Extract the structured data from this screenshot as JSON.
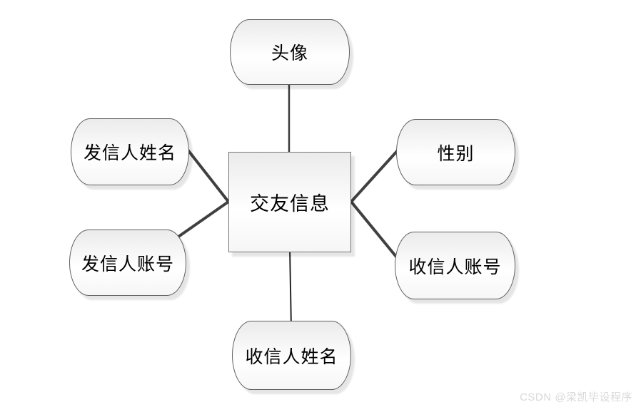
{
  "diagram": {
    "type": "er-attribute-diagram",
    "center": {
      "label": "交友信息"
    },
    "attributes": [
      {
        "label": "头像",
        "position": "top"
      },
      {
        "label": "发信人姓名",
        "position": "upper-left"
      },
      {
        "label": "发信人账号",
        "position": "lower-left"
      },
      {
        "label": "性别",
        "position": "upper-right"
      },
      {
        "label": "收信人账号",
        "position": "lower-right"
      },
      {
        "label": "收信人姓名",
        "position": "bottom"
      }
    ]
  },
  "watermark": {
    "text": "CSDN @梁凯毕设程序"
  },
  "colors": {
    "background": "#ffffff",
    "node_border": "#5f5f5f",
    "node_fill_top": "#ebebeb",
    "node_fill_bottom": "#ffffff",
    "connector_line": "#404040",
    "text": "#000000",
    "watermark_text": "#d9d9d9"
  }
}
